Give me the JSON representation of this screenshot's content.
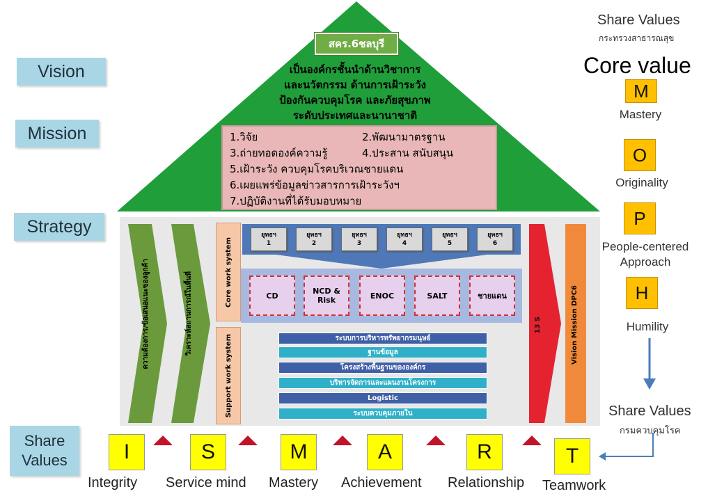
{
  "labels": {
    "vision": "Vision",
    "mission": "Mission",
    "strategy": "Strategy",
    "share_values_line1": "Share",
    "share_values_line2": "Values"
  },
  "roof": {
    "tag": "สคร.6ชลบุรี",
    "vision_lines": [
      "เป็นองค์กรชั้นนำด้านวิชาการ",
      "และนวัตกรรม  ด้านการเฝ้าระวัง",
      "ป้องกันควบคุมโรค และภัยสุขภาพ",
      "ระดับประเทศและนานาชาติ"
    ],
    "mission_items": [
      "1.วิจัย",
      "2.พัฒนามาตรฐาน",
      "3.ถ่ายทอดองค์ความรู้",
      "4.ประสาน สนับสนุน",
      "5.เฝ้าระวัง ควบคุมโรคบริเวณชายแดน",
      "6.เผยแพร่ข้อมูลข่าวสารการเฝ้าระวังฯ",
      "7.ปฏิบัติงานที่ได้รับมอบหมาย"
    ]
  },
  "body": {
    "arrow1": "ความต้องการ/ข้อเสนอแนะของลูกค้า",
    "arrow2": "วิเคราะห์สถานการณ์ในพื้นที่",
    "core_work": "Core work system",
    "support_work": "Support work system",
    "strategies": [
      {
        "top": "ยุทธฯ",
        "num": "1"
      },
      {
        "top": "ยุทธฯ",
        "num": "2"
      },
      {
        "top": "ยุทธฯ",
        "num": "3"
      },
      {
        "top": "ยุทธฯ",
        "num": "4"
      },
      {
        "top": "ยุทธฯ",
        "num": "5"
      },
      {
        "top": "ยุทธฯ",
        "num": "6"
      }
    ],
    "core_items": [
      "CD",
      "NCD & Risk",
      "ENOC",
      "SALT",
      "ชายแดน"
    ],
    "support_items": [
      "ระบบการบริหารทรัพยากรมนุษย์",
      "ฐานข้อมูล",
      "โครงสร้างพื้นฐานขององค์กร",
      "บริหารจัดการและแผนงานโครงการ",
      "Logistic",
      "ระบบควบคุมภายใน"
    ],
    "red_arrow": "13 S",
    "vision_mission": "Vision Mission DPC6"
  },
  "right": {
    "share_values_title": "Share Values",
    "share_values_sub": "กระทรวงสาธารณสุข",
    "core_value": "Core value",
    "items": [
      {
        "letter": "M",
        "label": "Mastery"
      },
      {
        "letter": "O",
        "label": "Originality"
      },
      {
        "letter": "P",
        "label": "People-centered Approach"
      },
      {
        "letter": "H",
        "label": "Humility"
      }
    ],
    "share_values_title2": "Share Values",
    "share_values_sub2": "กรมควบคุมโรค"
  },
  "smart": [
    {
      "letter": "I",
      "label": "Integrity"
    },
    {
      "letter": "S",
      "label": "Service mind"
    },
    {
      "letter": "M",
      "label": "Mastery"
    },
    {
      "letter": "A",
      "label": "Achievement"
    },
    {
      "letter": "R",
      "label": "Relationship"
    },
    {
      "letter": "T",
      "label": "Teamwork"
    }
  ],
  "colors": {
    "roof_green": "#1f9e3a",
    "label_blue": "#a9d6e5",
    "core_yellow": "#ffc000",
    "smart_yellow": "#ffff00",
    "arrow_blue": "#4a7ebb"
  }
}
